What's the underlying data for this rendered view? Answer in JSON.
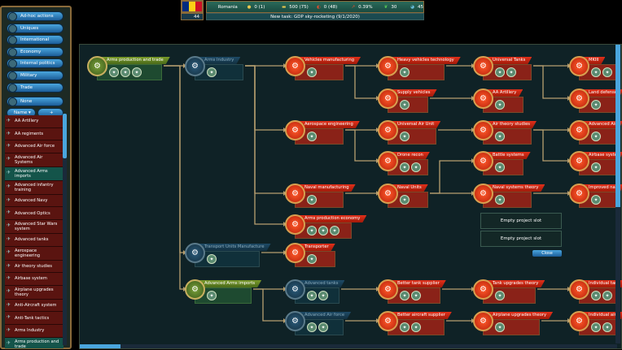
{
  "topbar": {
    "country": "Romania",
    "flag_colors": [
      "#002b7f",
      "#fcd116",
      "#ce1126"
    ],
    "stat1": "0 (1)",
    "stat2": "500 (75)",
    "stat3": "0 (48)",
    "growth": "0.39%",
    "stat5": "30",
    "stat6": "45",
    "points": "44",
    "task": "New task: GDP sky-rocketing (9/1/2020)"
  },
  "sidebar": {
    "categories": [
      "Ad-hoc actions",
      "Uniques",
      "International",
      "Economy",
      "Internal politics",
      "Military",
      "Trade"
    ],
    "filter": "None",
    "sort": "Name",
    "sort_dir": "+",
    "items": [
      {
        "label": "AA Artillery",
        "icon": "tank-icon"
      },
      {
        "label": "AA regiments",
        "icon": "soldier-icon"
      },
      {
        "label": "Advanced Air force",
        "icon": "plane-icon"
      },
      {
        "label": "Advanced Air Systems",
        "icon": "plane-icon"
      },
      {
        "label": "Advanced Arms imports",
        "icon": "crate-icon",
        "selected": true
      },
      {
        "label": "Advanced infantry training",
        "icon": "soldier-icon"
      },
      {
        "label": "Advanced Navy",
        "icon": "ship-icon"
      },
      {
        "label": "Advanced Optics",
        "icon": "optics-icon"
      },
      {
        "label": "Advanced Star Wars system",
        "icon": "satellite-icon"
      },
      {
        "label": "Advanced tanks",
        "icon": "tank-icon"
      },
      {
        "label": "Aerospace engineering",
        "icon": "plane-icon"
      },
      {
        "label": "Air theory studies",
        "icon": "plane-icon"
      },
      {
        "label": "Airbase system",
        "icon": "plane-icon"
      },
      {
        "label": "Airplane upgrades theory",
        "icon": "plane-icon"
      },
      {
        "label": "Anti-Aircraft system",
        "icon": "gun-icon"
      },
      {
        "label": "Anti-Tank tactics",
        "icon": "soldier-icon"
      },
      {
        "label": "Arms Industry",
        "icon": "factory-icon"
      },
      {
        "label": "Arms production and trade",
        "icon": "factory-icon",
        "selected": true
      }
    ]
  },
  "tree": {
    "nodes": [
      {
        "label": "Arms production and trade",
        "state": "green",
        "badges": 3
      },
      {
        "label": "Arms Industry",
        "state": "blue",
        "badges": 1
      },
      {
        "label": "Vehicles manufacturing",
        "state": "red",
        "badges": 1
      },
      {
        "label": "Heavy vehicles technology",
        "state": "red",
        "badges": 1
      },
      {
        "label": "Universal Tanks",
        "state": "red",
        "badges": 2
      },
      {
        "label": "MKIII",
        "state": "red",
        "badges": 2
      },
      {
        "label": "Supply vehicles",
        "state": "red",
        "badges": 1
      },
      {
        "label": "AA Artillery",
        "state": "red",
        "badges": 1
      },
      {
        "label": "Land defense",
        "state": "red",
        "badges": 1
      },
      {
        "label": "Aerospace engineering",
        "state": "red",
        "badges": 1
      },
      {
        "label": "Universal Air Unit",
        "state": "red",
        "badges": 1
      },
      {
        "label": "Air theory studies",
        "state": "red",
        "badges": 1
      },
      {
        "label": "Advanced Air",
        "state": "red",
        "badges": 1
      },
      {
        "label": "Drone recon",
        "state": "red",
        "badges": 2
      },
      {
        "label": "Battle systems",
        "state": "red",
        "badges": 1
      },
      {
        "label": "Airbase syste",
        "state": "red",
        "badges": 1
      },
      {
        "label": "Naval manufacturing",
        "state": "red",
        "badges": 1
      },
      {
        "label": "Naval Units",
        "state": "red",
        "badges": 1
      },
      {
        "label": "Naval systems theory",
        "state": "red",
        "badges": 1
      },
      {
        "label": "Improved nav",
        "state": "red",
        "badges": 1
      },
      {
        "label": "Arms production economy",
        "state": "red",
        "badges": 3
      },
      {
        "label": "Transport Units Manufacture",
        "state": "blue",
        "badges": 1
      },
      {
        "label": "Transporter",
        "state": "red",
        "badges": 1
      },
      {
        "label": "Advanced Arms imports",
        "state": "green",
        "badges": 1
      },
      {
        "label": "Advanced tanks",
        "state": "blue",
        "badges": 2
      },
      {
        "label": "Better tank supplier",
        "state": "red",
        "badges": 2
      },
      {
        "label": "Tank upgrades theory",
        "state": "red",
        "badges": 1
      },
      {
        "label": "Individual tank",
        "state": "red",
        "badges": 2
      },
      {
        "label": "Advanced Air force",
        "state": "blue",
        "badges": 2
      },
      {
        "label": "Better aircraft supplier",
        "state": "red",
        "badges": 2
      },
      {
        "label": "Airplane upgrades theory",
        "state": "red",
        "badges": 1
      },
      {
        "label": "Individual airp",
        "state": "red",
        "badges": 2
      }
    ]
  },
  "popup": {
    "slots": [
      "Empty project slot",
      "Empty project slot"
    ],
    "close": "Close"
  }
}
